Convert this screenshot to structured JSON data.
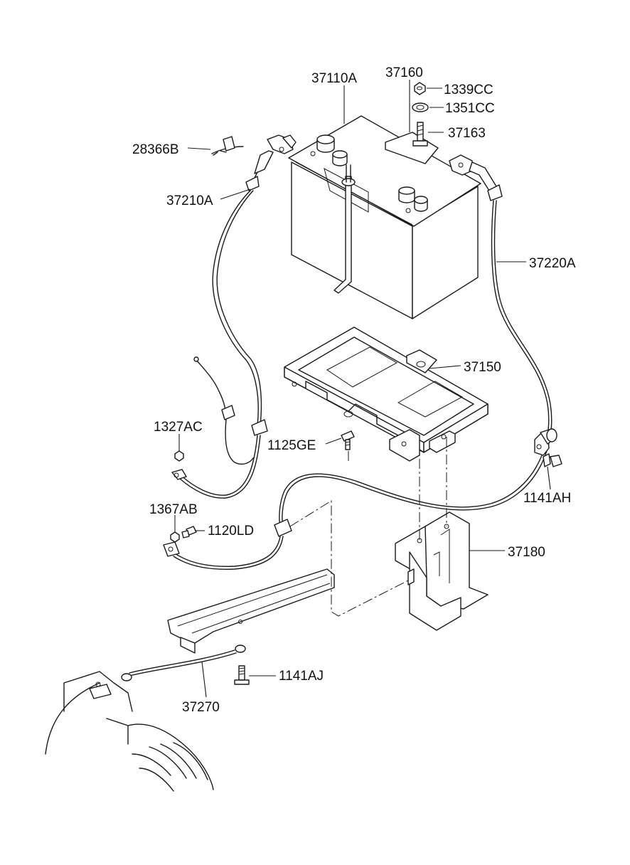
{
  "parts": {
    "battery": "37110A",
    "battery_bracket": "37160",
    "nut_top": "1339CC",
    "washer": "1351CC",
    "bolt_bracket": "37163",
    "clip": "28366B",
    "positive_cable": "37210A",
    "negative_cable": "37220A",
    "tray": "37150",
    "nut_1327": "1327AC",
    "bolt_1125": "1125GE",
    "nut_1367": "1367AB",
    "screw_1120": "1120LD",
    "bolt_1141ah": "1141AH",
    "tray_support": "37180",
    "ground_strap": "37270",
    "bolt_1141aj": "1141AJ"
  }
}
